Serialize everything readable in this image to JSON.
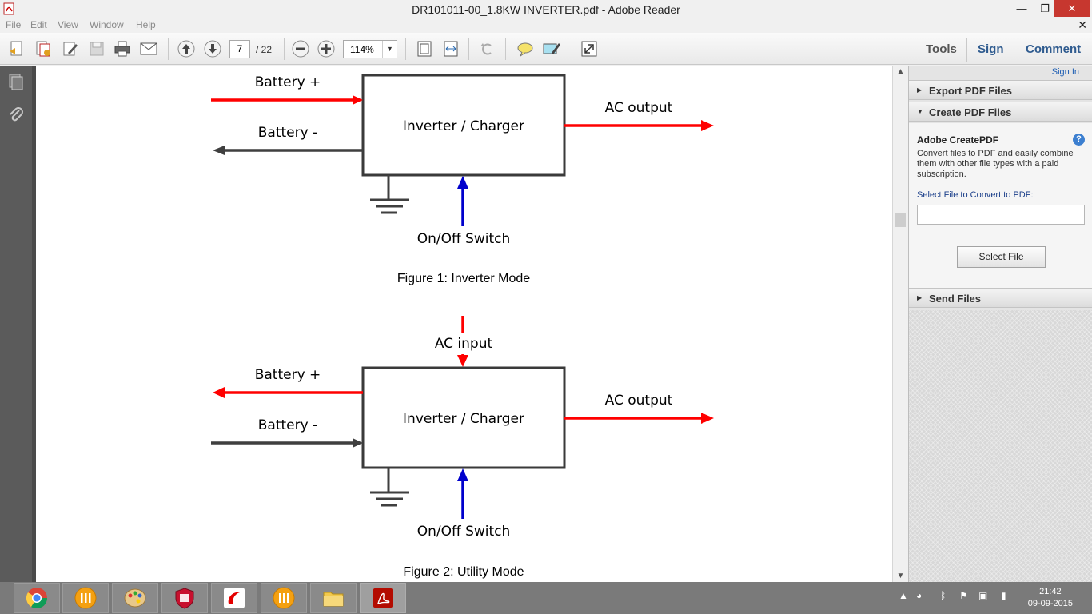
{
  "window": {
    "title": "DR101011-00_1.8KW INVERTER.pdf - Adobe Reader"
  },
  "menu": [
    "File",
    "Edit",
    "View",
    "Window",
    "Help"
  ],
  "toolbar": {
    "page_current": "7",
    "page_total": "/ 22",
    "zoom": "114%"
  },
  "right_tabs": {
    "tools": "Tools",
    "sign": "Sign",
    "comment": "Comment"
  },
  "figure1": {
    "battery_plus": "Battery +",
    "battery_minus": "Battery -",
    "box_label": "Inverter / Charger",
    "ac_output": "AC output",
    "switch": "On/Off Switch",
    "caption": "Figure 1: Inverter Mode"
  },
  "figure2": {
    "ac_input": "AC input",
    "battery_plus": "Battery +",
    "battery_minus": "Battery -",
    "box_label": "Inverter / Charger",
    "ac_output": "AC output",
    "switch": "On/Off Switch",
    "caption": "Figure 2: Utility Mode"
  },
  "right_pane": {
    "sign_in": "Sign In",
    "export": "Export PDF Files",
    "create": "Create PDF Files",
    "create_title": "Adobe CreatePDF",
    "create_desc": "Convert files to PDF and easily combine them with other file types with a paid subscription.",
    "select_label": "Select File to Convert to PDF:",
    "select_button": "Select File",
    "send": "Send Files"
  },
  "taskbar": {
    "time": "21:42",
    "date": "09-09-2015"
  },
  "colors": {
    "red_arrow": "#ff0000",
    "blue_arrow": "#0000cc",
    "gray_arrow": "#3f3f3f",
    "taskbar": "#7a7a7a"
  }
}
